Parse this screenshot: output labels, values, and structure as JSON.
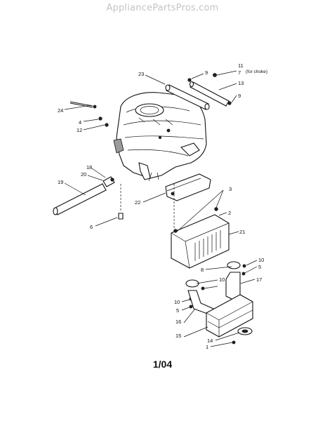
{
  "watermark": "AppliancePartsPros.com",
  "page_label": "1/04",
  "callouts": {
    "c1": "1",
    "c2": "2",
    "c3": "3",
    "c4": "4",
    "c5a": "5",
    "c5b": "5",
    "c6": "6",
    "c7": "7",
    "c8": "8",
    "c9a": "9",
    "c9b": "9",
    "c10a": "10",
    "c10b": "10",
    "c10c": "10",
    "c11": "11",
    "c12": "12",
    "c13": "13",
    "c14": "14",
    "c15": "15",
    "c16": "16",
    "c17": "17",
    "c18": "18",
    "c19": "19",
    "c20": "20",
    "c21": "21",
    "c22": "22",
    "c23": "23",
    "c24": "24"
  },
  "notes": {
    "choke": "(for choke)"
  }
}
